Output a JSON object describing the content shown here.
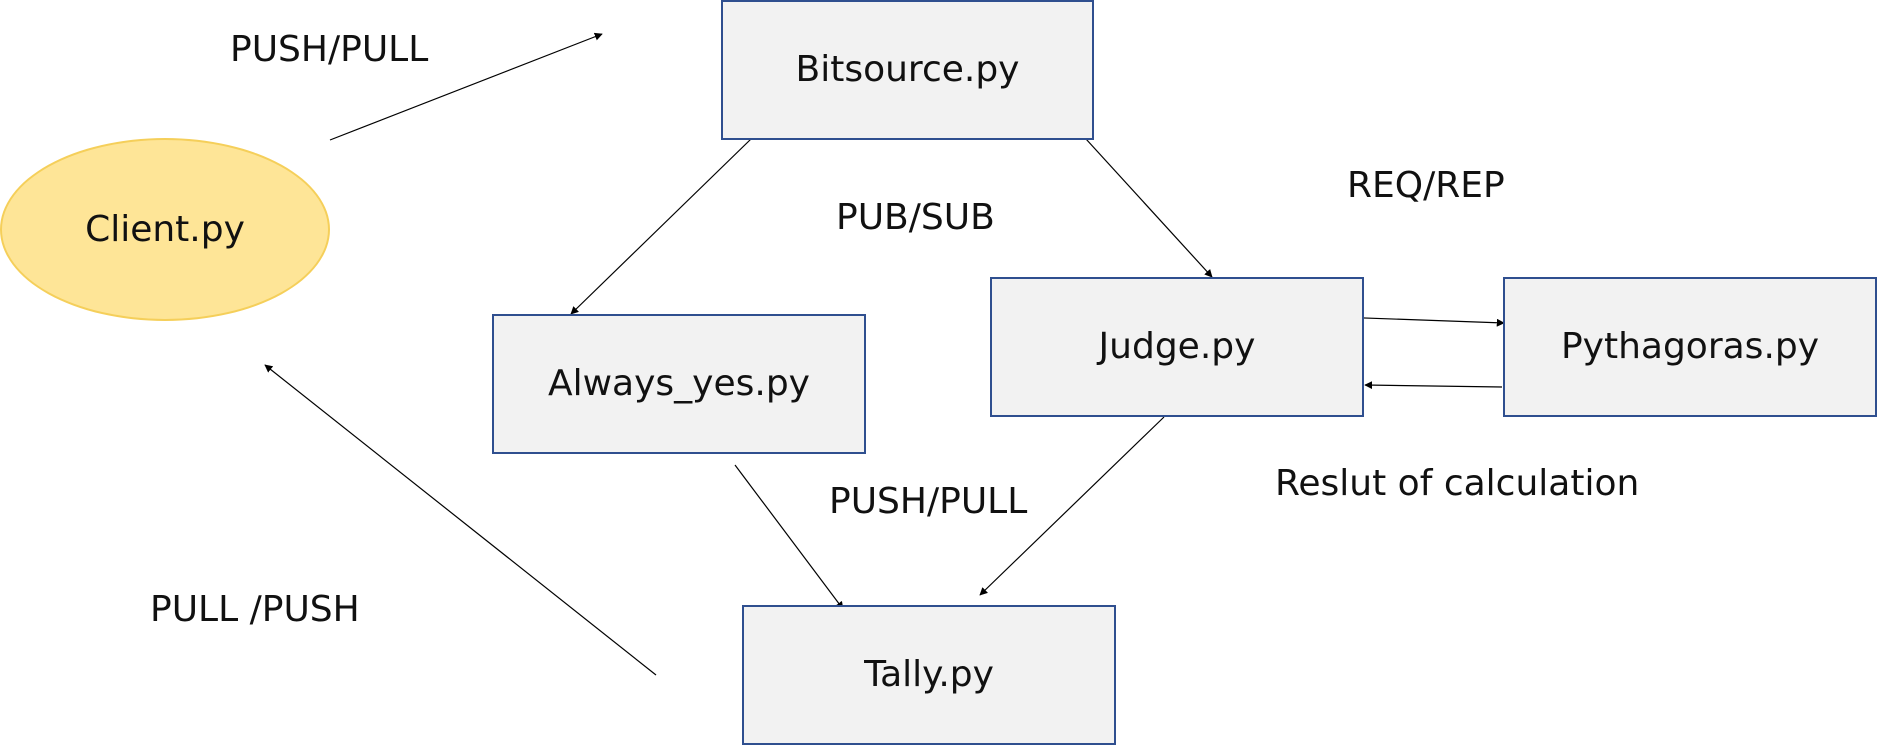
{
  "nodes": {
    "client": "Client.py",
    "bitsource": "Bitsource.py",
    "always_yes": "Always_yes.py",
    "judge": "Judge.py",
    "pythagoras": "Pythagoras.py",
    "tally": "Tally.py"
  },
  "labels": {
    "push_pull_top": "PUSH/PULL",
    "pub_sub": "PUB/SUB",
    "req_rep": "REQ/REP",
    "result": "Reslut of calculation",
    "push_pull_mid": "PUSH/PULL",
    "pull_push": "PULL /PUSH"
  },
  "colors": {
    "box_fill": "#f2f2f2",
    "box_border": "#2f4f8f",
    "client_fill": "#fee597",
    "client_border": "#f5cf5a",
    "edge": "#000000"
  }
}
